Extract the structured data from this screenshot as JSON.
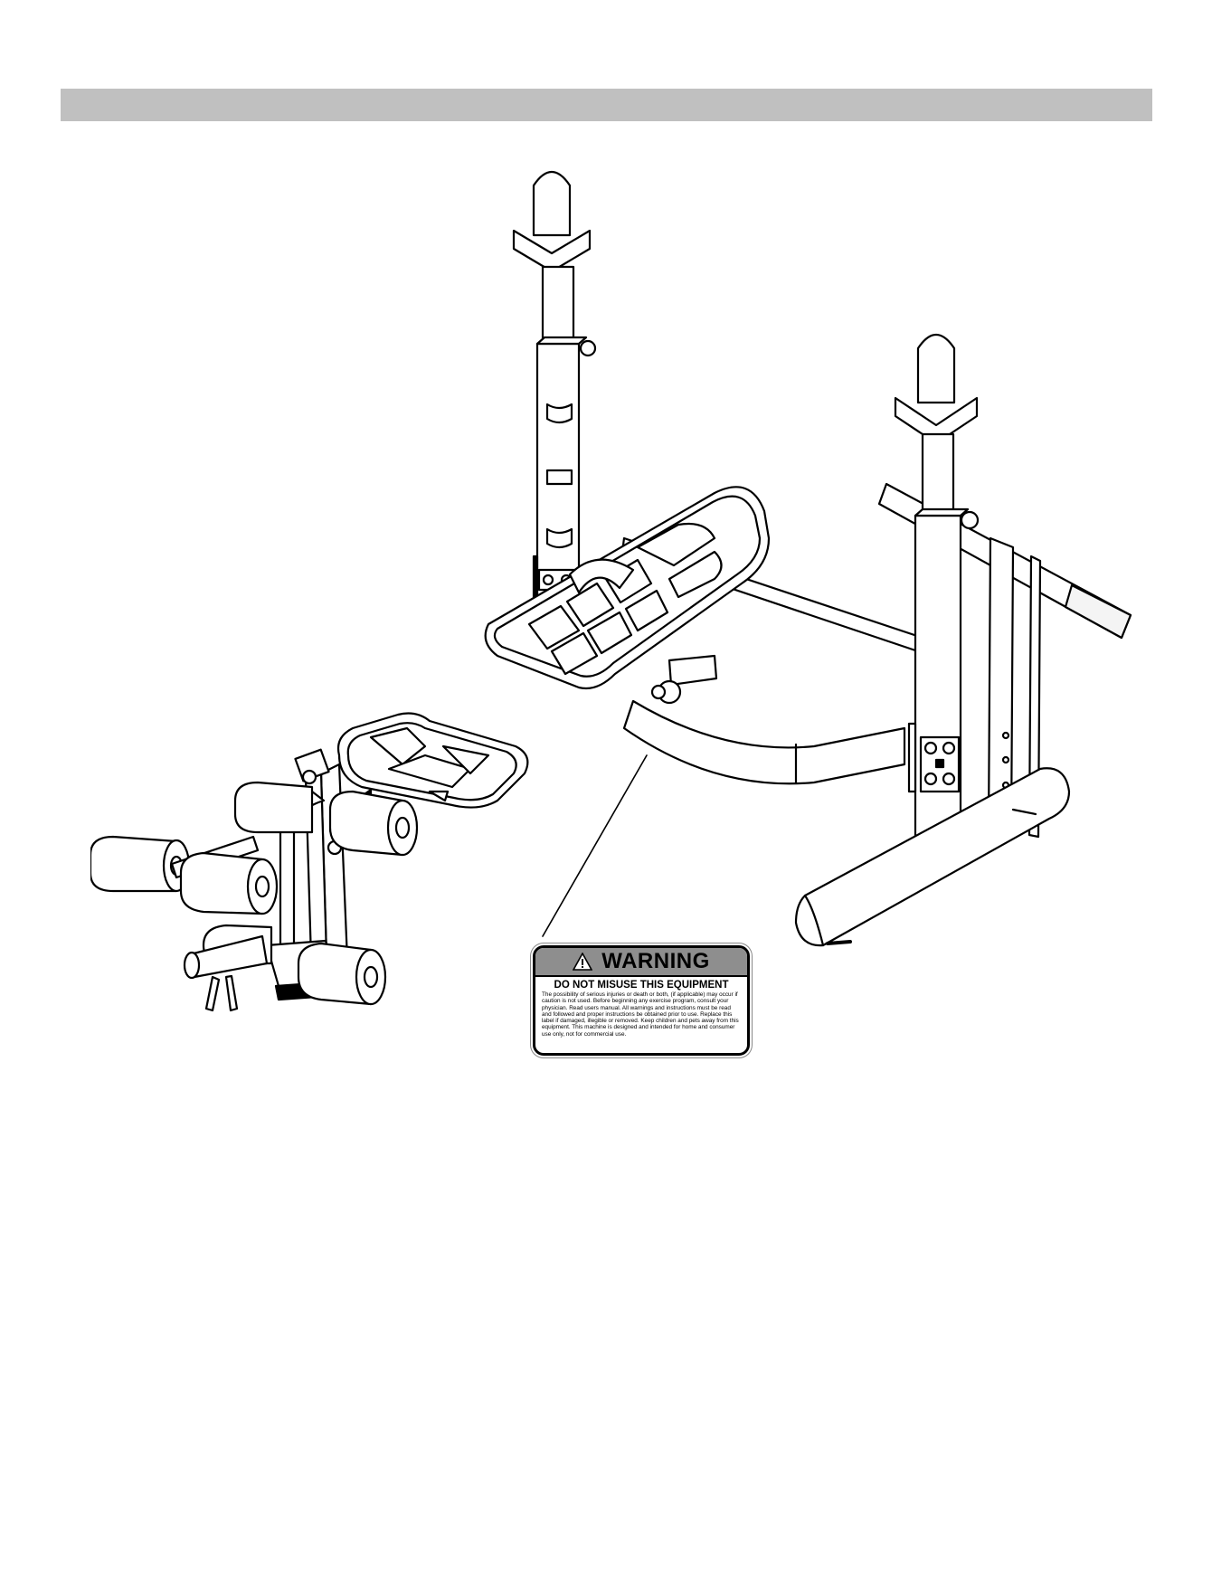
{
  "warning_label": {
    "heading": "WARNING",
    "subheading": "DO NOT MISUSE THIS EQUIPMENT",
    "body": "The possibility of serious injuries or death or both, (if applicable) may occur if caution is not used. Before beginning any exercise program, consult your physician. Read users manual. All warnings and instructions must be read and followed and proper instructions be obtained prior to use. Replace this label if damaged, illegible or removed. Keep children and pets away from this equipment. This machine is designed and intended for home and consumer use only, not for commercial use.",
    "icon": "warning-triangle-icon"
  },
  "colors": {
    "header_bar": "#c0c0c0",
    "label_band": "#8e8e8e",
    "line_art": "#000000"
  }
}
